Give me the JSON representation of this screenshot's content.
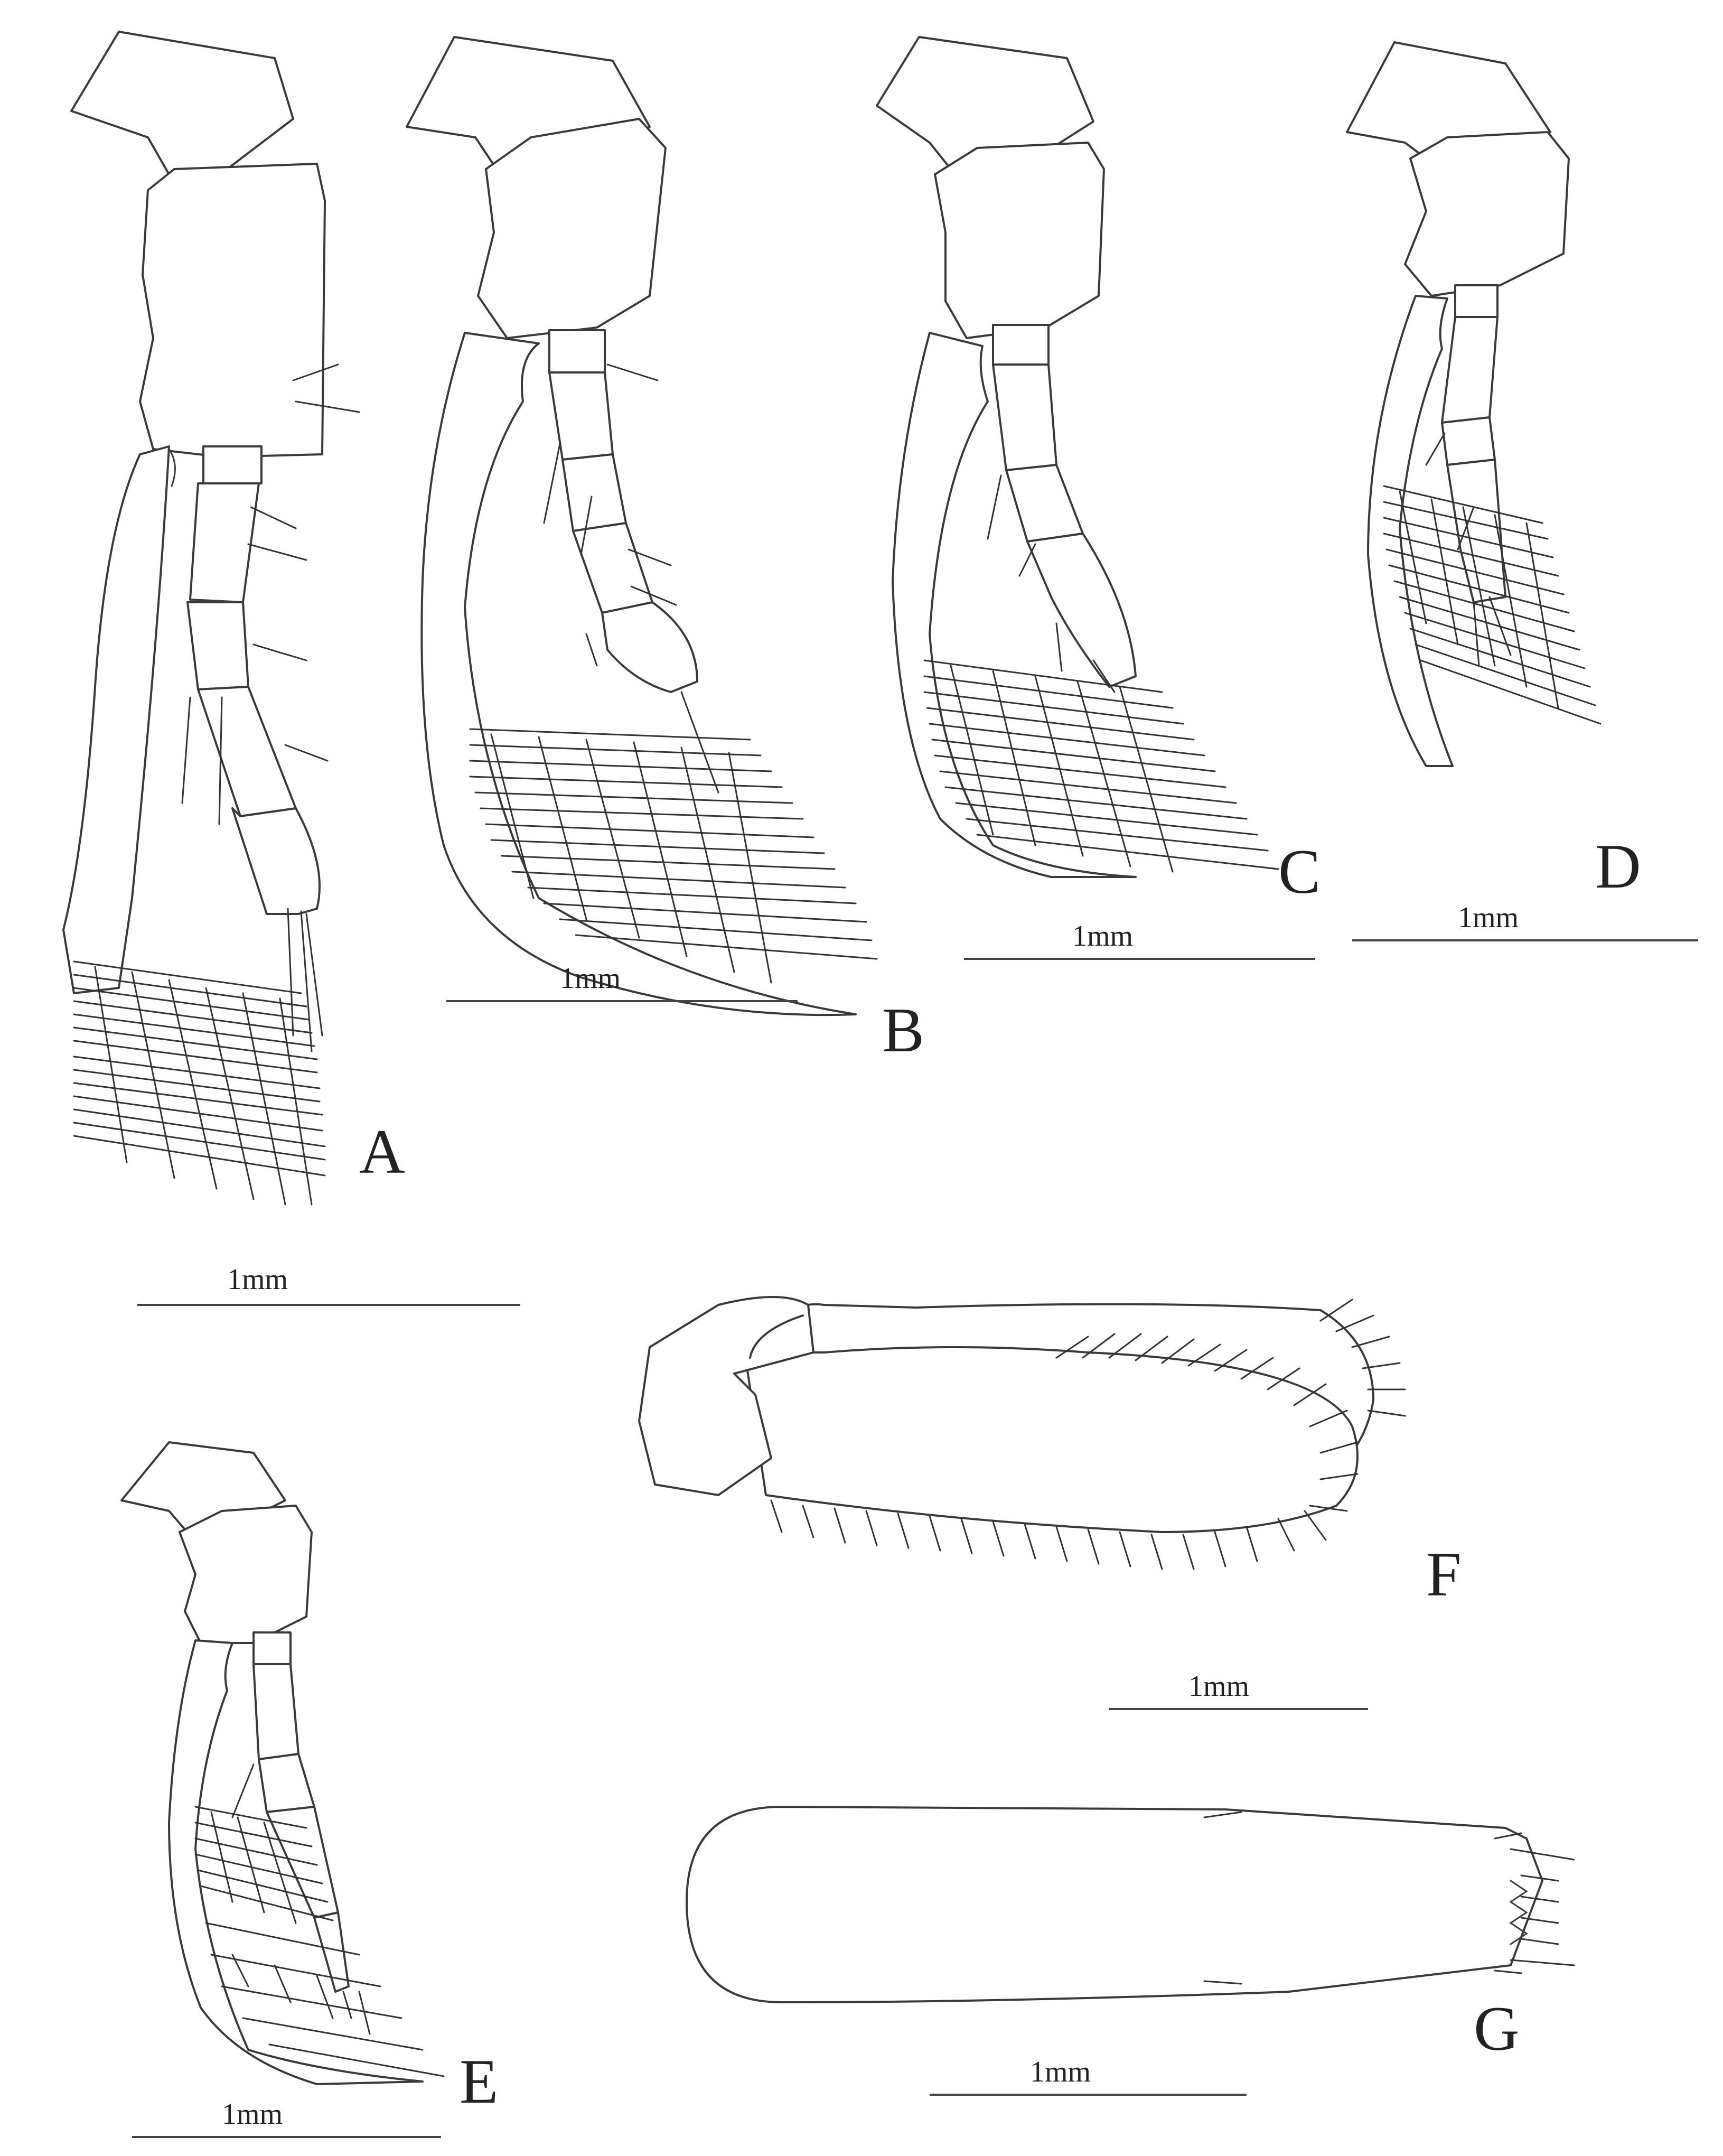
{
  "figure": {
    "panels": [
      {
        "id": "A",
        "label": "A",
        "scale_label": "1mm"
      },
      {
        "id": "B",
        "label": "B",
        "scale_label": "1mm"
      },
      {
        "id": "C",
        "label": "C",
        "scale_label": "1mm"
      },
      {
        "id": "D",
        "label": "D",
        "scale_label": "1mm"
      },
      {
        "id": "E",
        "label": "E",
        "scale_label": "1mm"
      },
      {
        "id": "F",
        "label": "F",
        "scale_label": "1mm"
      },
      {
        "id": "G",
        "label": "G",
        "scale_label": "1mm"
      }
    ]
  }
}
